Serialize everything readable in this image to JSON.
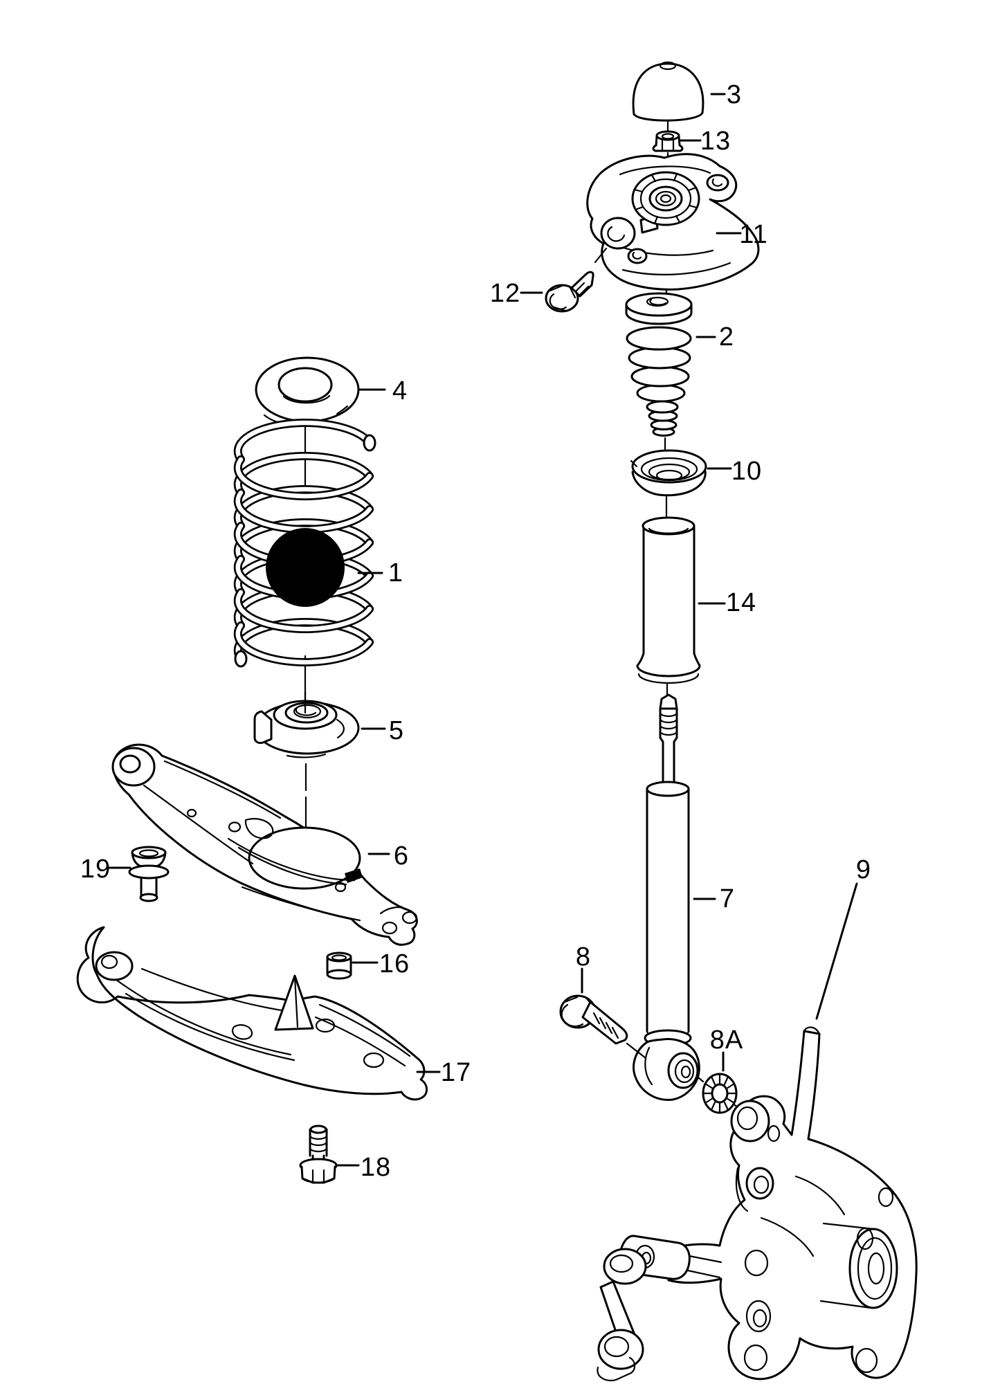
{
  "diagram": {
    "background": "#ffffff",
    "line_color": "#000000",
    "marker_color": "#000000"
  },
  "callouts": {
    "n1": "1",
    "n2": "2",
    "n3": "3",
    "n4": "4",
    "n5": "5",
    "n6": "6",
    "n7": "7",
    "n8": "8",
    "n8a": "8A",
    "n9": "9",
    "n10": "10",
    "n11": "11",
    "n12": "12",
    "n13": "13",
    "n14": "14",
    "n16": "16",
    "n17": "17",
    "n18": "18",
    "n19": "19"
  }
}
